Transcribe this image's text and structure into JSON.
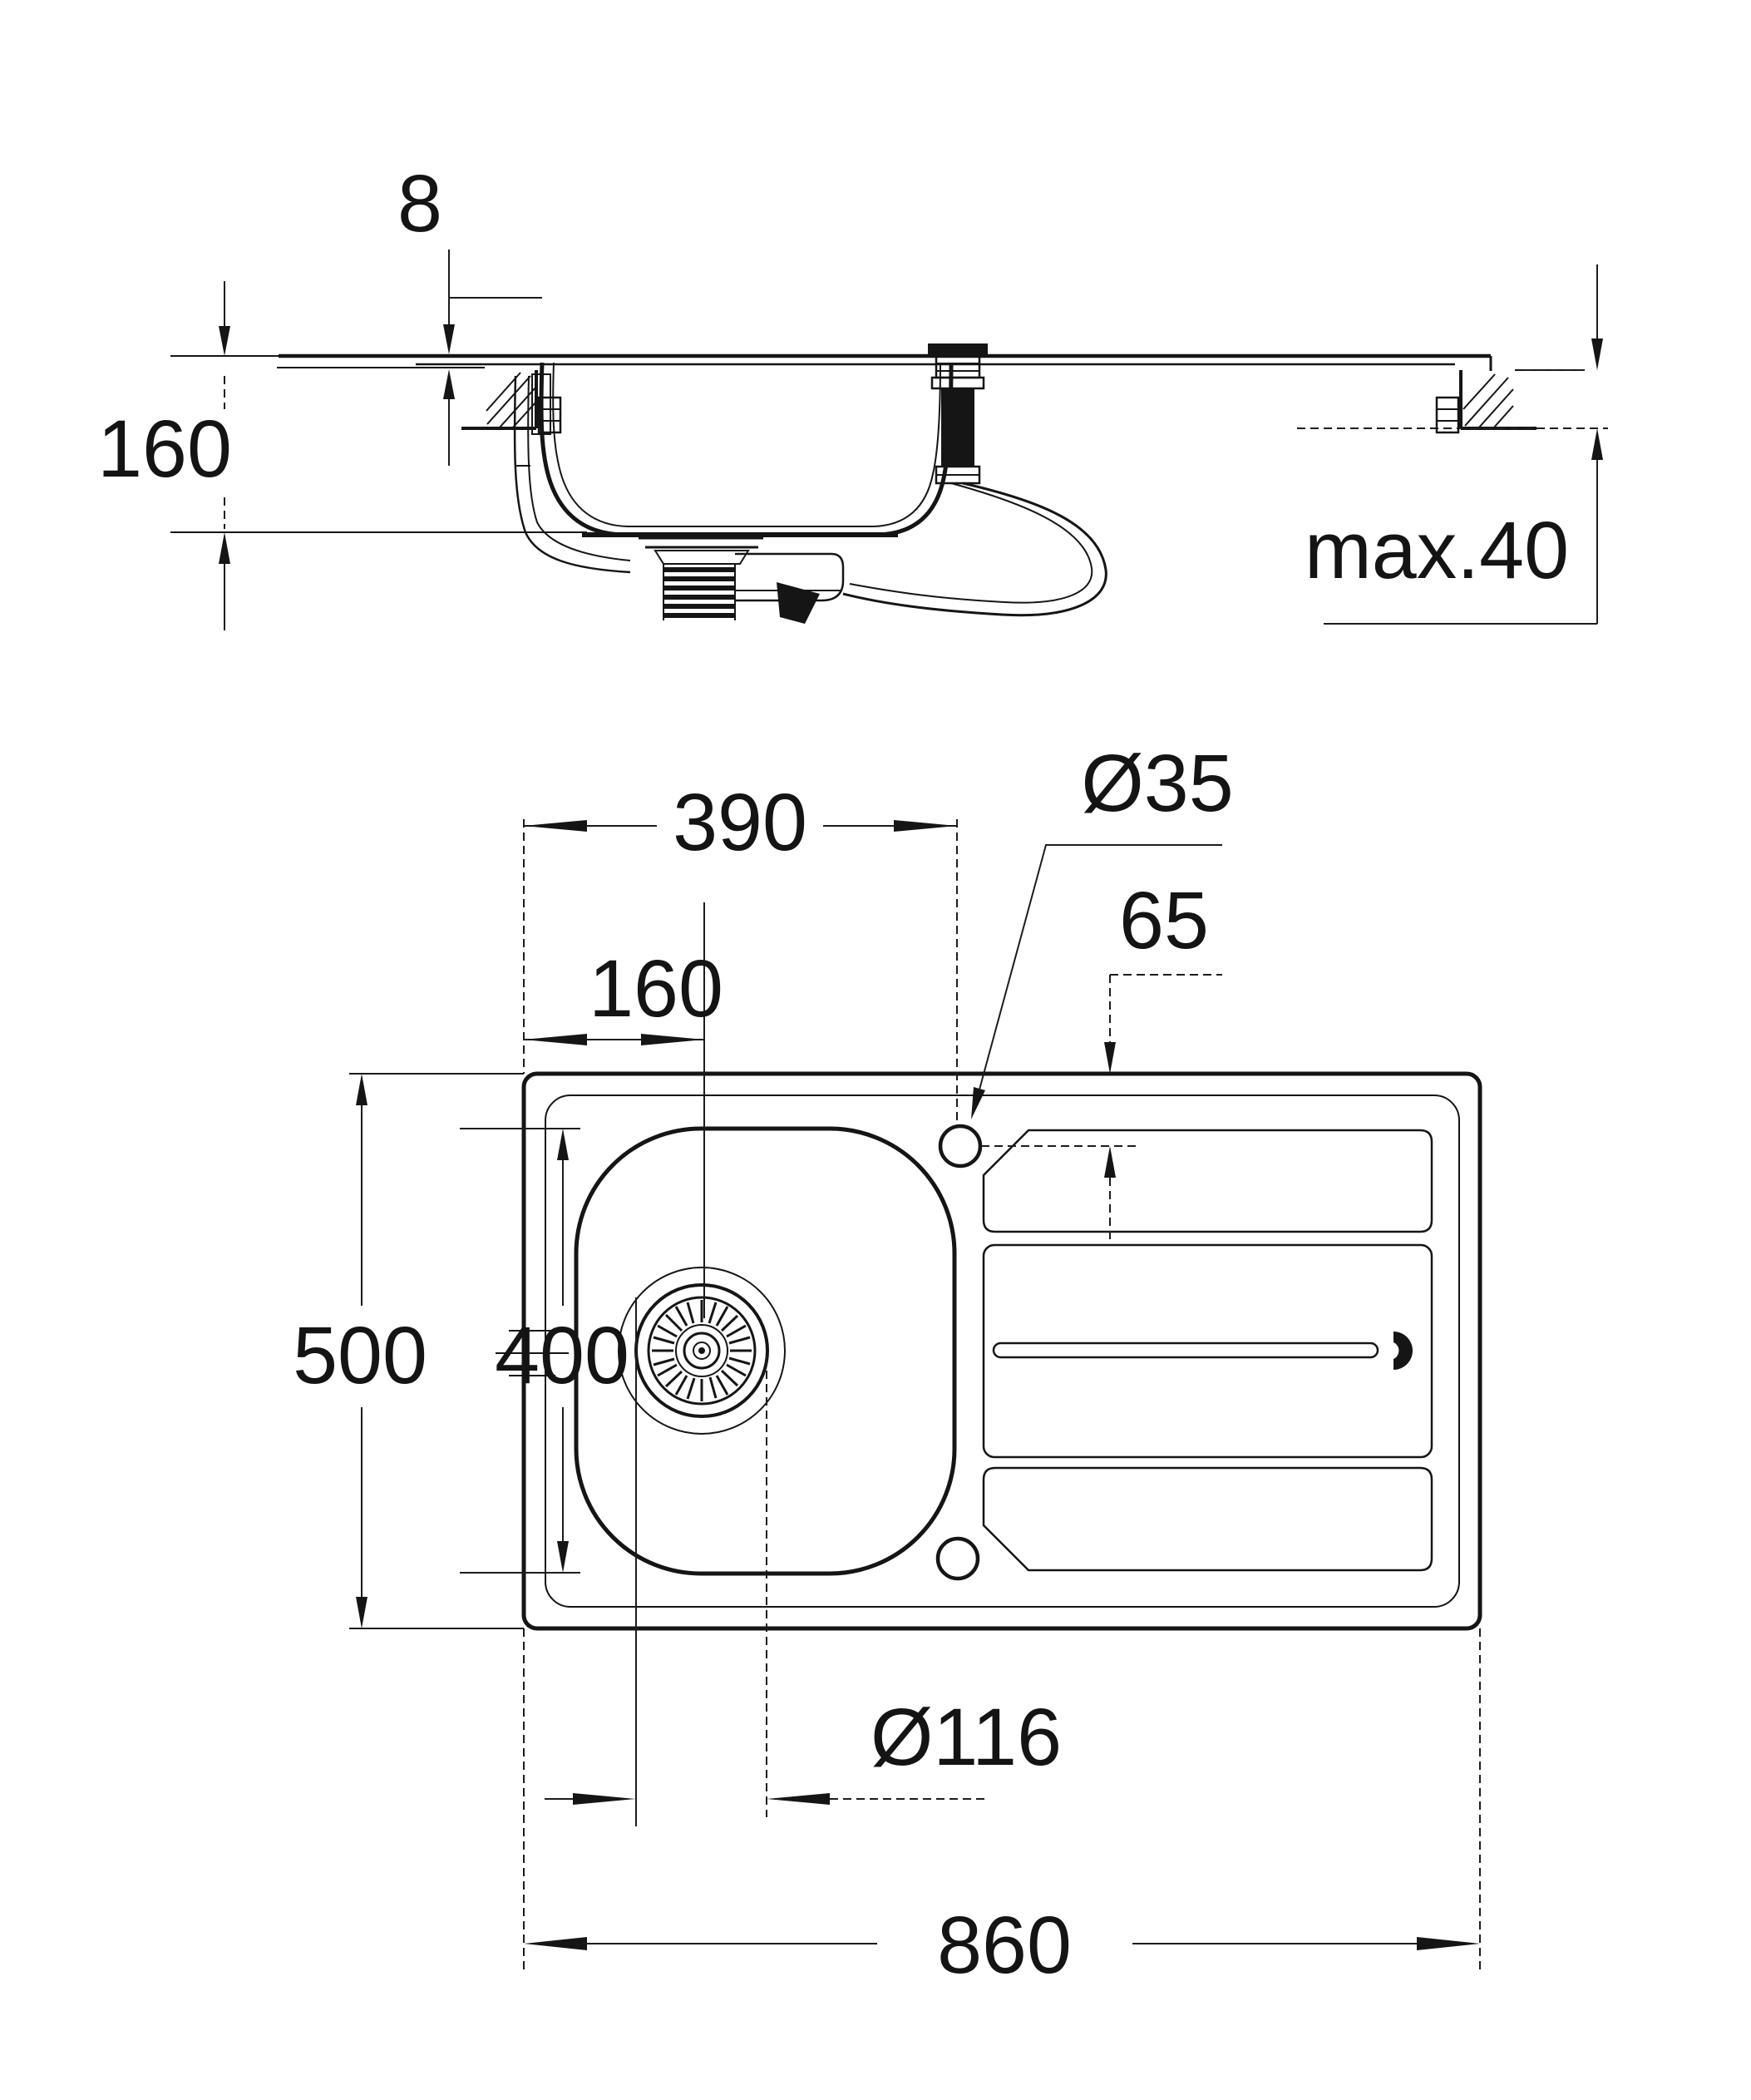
{
  "drawing": {
    "type": "sink installation technical drawing",
    "ink_color": "#151515",
    "paper_color": "#ffffff"
  },
  "section_view": {
    "rim_height": "8",
    "bowl_depth": "160",
    "counter_thickness": "max.40"
  },
  "plan_view": {
    "bowl_width": "390",
    "drain_offset": "160",
    "faucet_hole_diameter": "Ø35",
    "faucet_hole_offset": "65",
    "overall_depth": "500",
    "bowl_depth": "400",
    "drain_diameter": "Ø116",
    "overall_length": "860"
  }
}
